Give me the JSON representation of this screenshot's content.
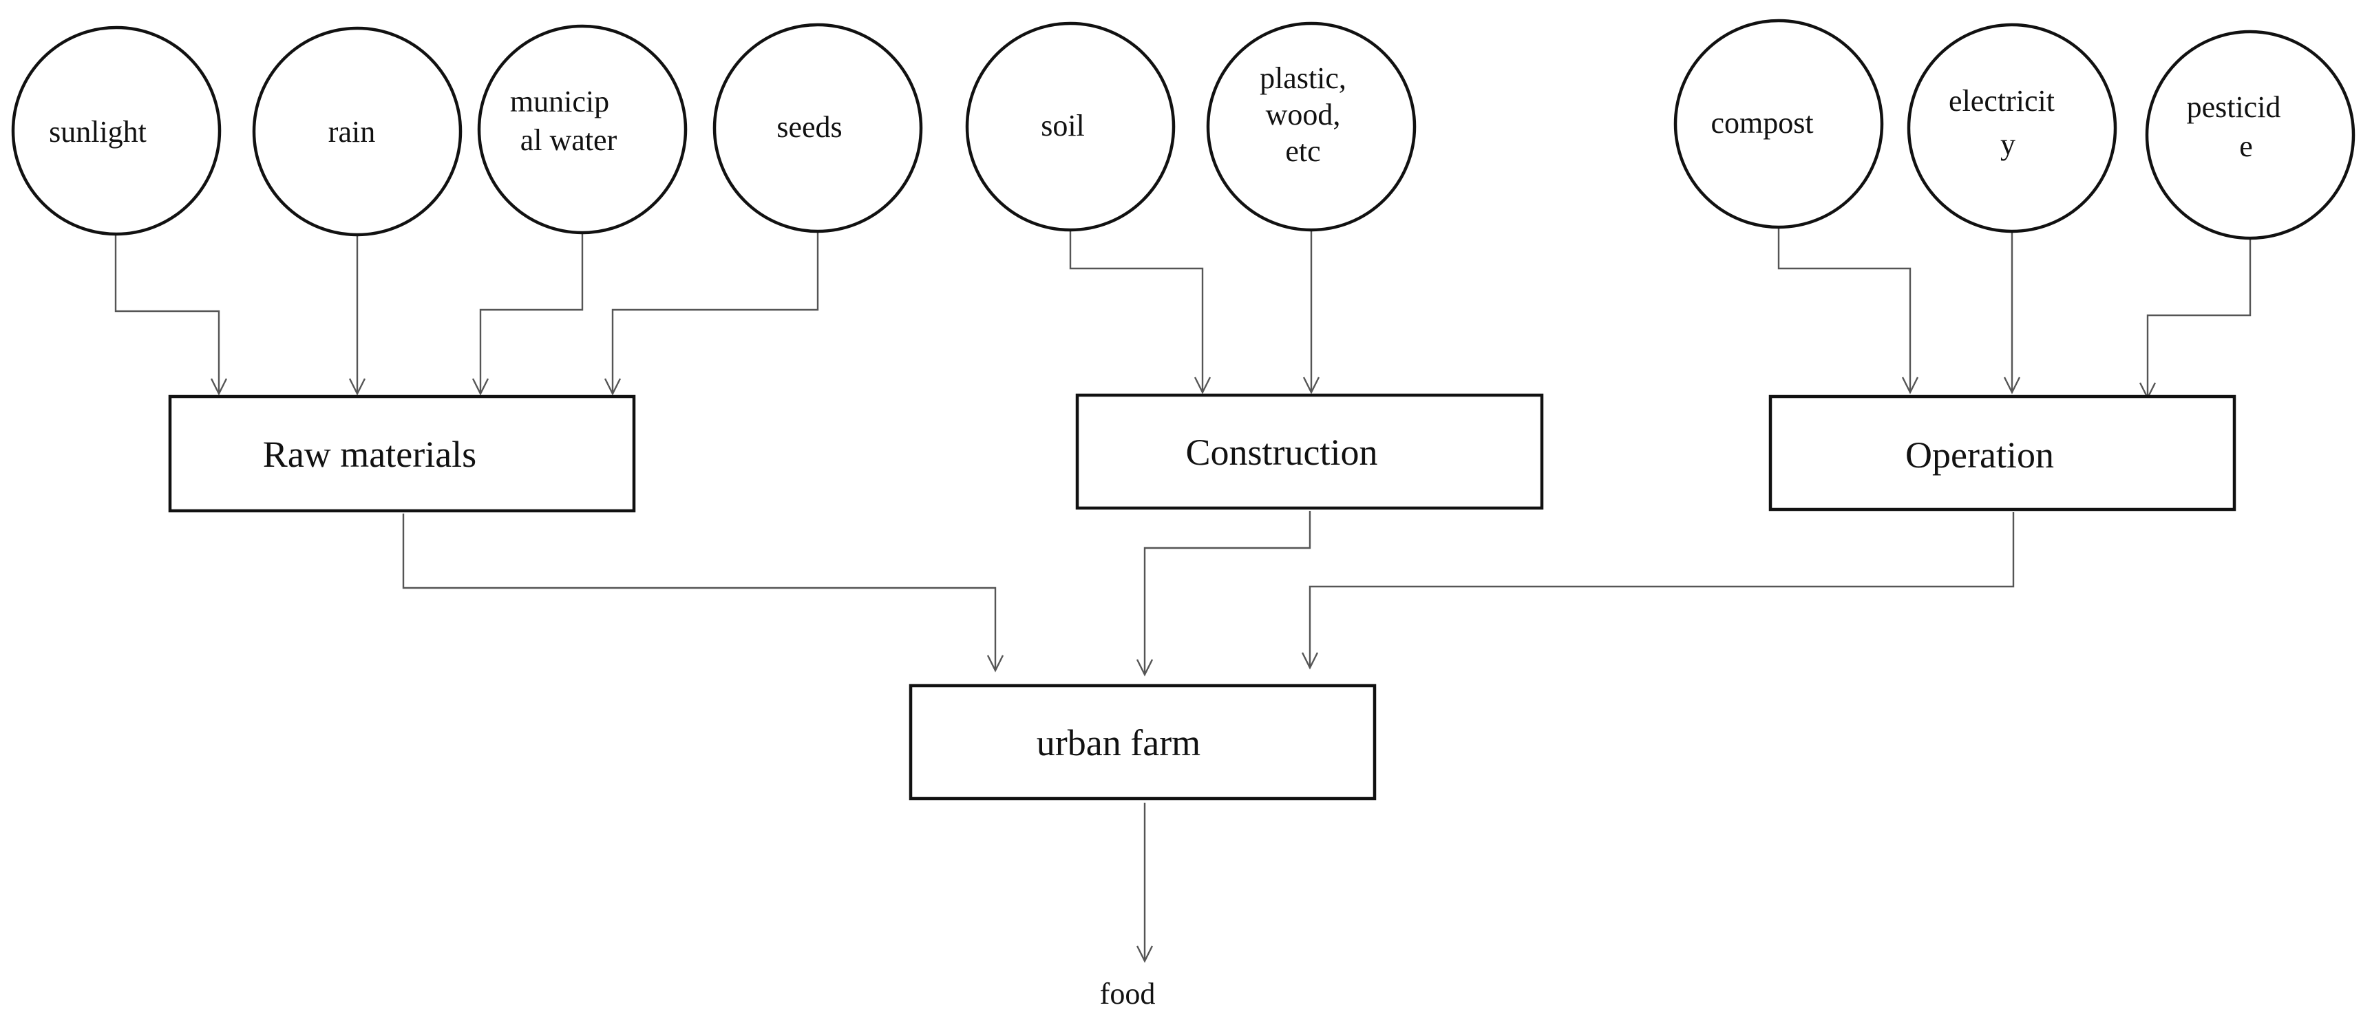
{
  "inputs": {
    "sunlight": "sunlight",
    "rain": "rain",
    "municipal_water": [
      "municip",
      "al water"
    ],
    "seeds": "seeds",
    "soil": "soil",
    "plastic_wood": [
      "plastic,",
      "wood,",
      "etc"
    ],
    "compost": "compost",
    "electricity": [
      "electricit",
      "y"
    ],
    "pesticide": [
      "pesticid",
      "e"
    ]
  },
  "stages": {
    "raw_materials": "Raw materials",
    "construction": "Construction",
    "operation": "Operation"
  },
  "system": {
    "urban_farm": "urban farm"
  },
  "output": {
    "food": "food"
  }
}
